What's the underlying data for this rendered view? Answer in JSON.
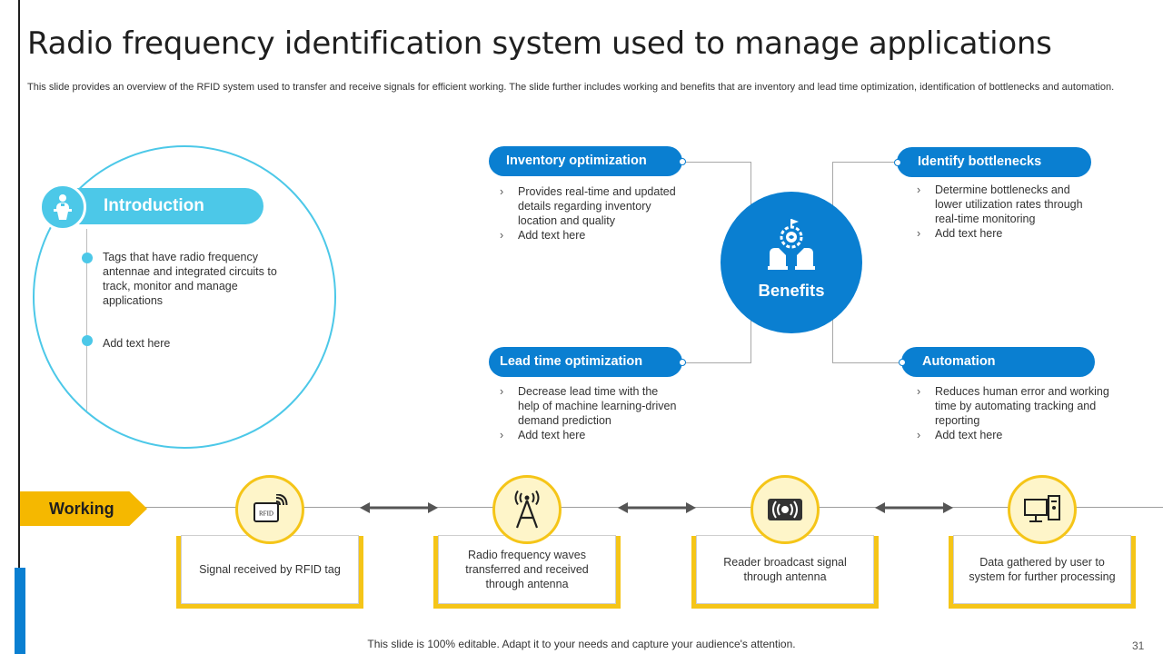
{
  "title": "Radio frequency identification system used to manage applications",
  "subtitle": "This slide provides an overview of the RFID system used to transfer and receive signals for efficient working. The slide further includes working and benefits that are inventory and lead time optimization, identification of bottlenecks and automation.",
  "intro": {
    "label": "Introduction",
    "icon": "presenter-podium-icon",
    "points": [
      "Tags that have radio frequency antennae and integrated circuits to track, monitor and manage applications",
      "Add text here"
    ]
  },
  "benefits": {
    "center_label": "Benefits",
    "center_icon": "hands-globe-gear-icon",
    "items": [
      {
        "label": "Inventory optimization",
        "bullets": [
          "Provides real-time and updated details regarding inventory location and quality",
          "Add text here"
        ]
      },
      {
        "label": "Identify bottlenecks",
        "bullets": [
          "Determine bottlenecks and lower utilization rates through real-time monitoring",
          "Add text here"
        ]
      },
      {
        "label": "Lead time optimization",
        "bullets": [
          "Decrease lead time with the help of machine learning-driven demand prediction",
          "Add text here"
        ]
      },
      {
        "label": "Automation",
        "bullets": [
          "Reduces human error and working time by automating tracking and reporting",
          "Add text here"
        ]
      }
    ]
  },
  "working": {
    "label": "Working",
    "steps": [
      {
        "icon": "rfid-tag-icon",
        "icon_text": "RFID",
        "text": "Signal received  by RFID tag"
      },
      {
        "icon": "antenna-tower-icon",
        "text": "Radio frequency waves transferred and received through antenna"
      },
      {
        "icon": "rfid-reader-icon",
        "text": "Reader broadcast signal through antenna"
      },
      {
        "icon": "computer-icon",
        "text": "Data gathered by user to system for further processing"
      }
    ]
  },
  "footer": "This slide is 100% editable. Adapt it to your needs and capture your audience's attention.",
  "page_number": "31",
  "colors": {
    "blue": "#0a7fd1",
    "cyan": "#4cc8e8",
    "yellow": "#f5c518",
    "working_tag": "#f5b800"
  }
}
